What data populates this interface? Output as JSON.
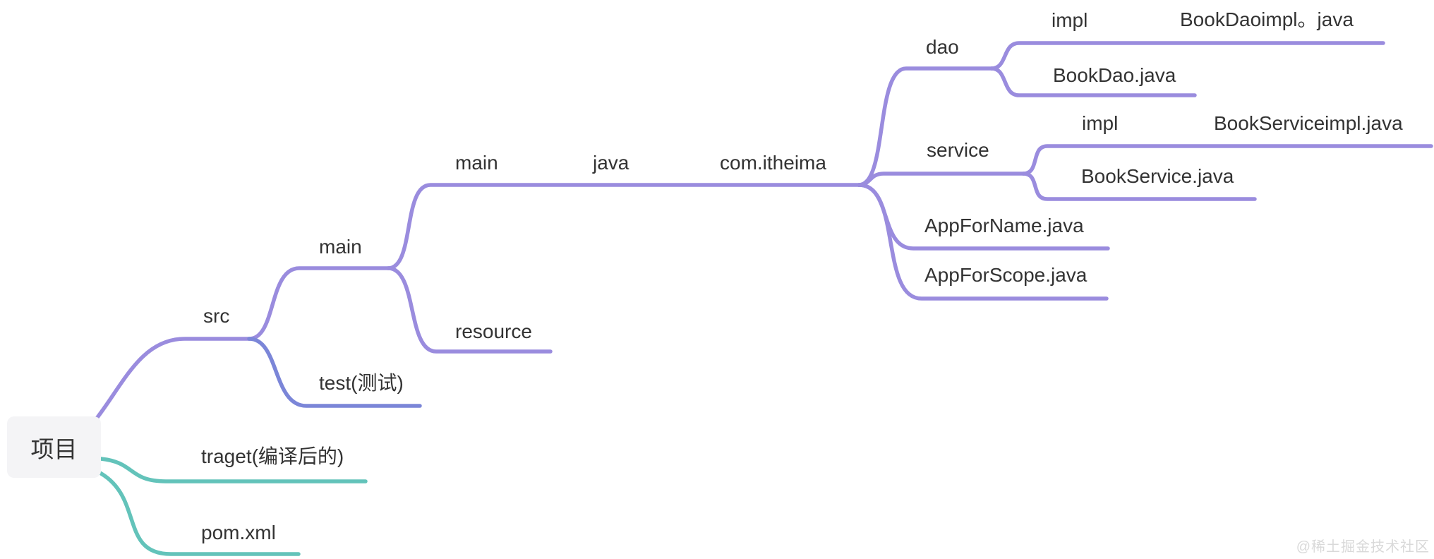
{
  "colors": {
    "purple": "#9a8cde",
    "blue": "#7b86d8",
    "teal": "#63c3ba",
    "text": "#333333",
    "root_bg": "#f4f4f6",
    "watermark": "#d9d9d9"
  },
  "watermark": {
    "label": "@稀土掘金技术社区"
  },
  "tree": {
    "label": "项目",
    "children": [
      {
        "label": "src",
        "children": [
          {
            "label": "main",
            "children": [
              {
                "label": "main",
                "children": [
                  {
                    "label": "java",
                    "children": [
                      {
                        "label": "com.itheima",
                        "children": [
                          {
                            "label": "dao",
                            "children": [
                              {
                                "label": "impl",
                                "children": [
                                  {
                                    "label": "BookDaoimpl。java"
                                  }
                                ]
                              },
                              {
                                "label": "BookDao.java"
                              }
                            ]
                          },
                          {
                            "label": "service",
                            "children": [
                              {
                                "label": "impl",
                                "children": [
                                  {
                                    "label": "BookServiceimpl.java"
                                  }
                                ]
                              },
                              {
                                "label": "BookService.java"
                              }
                            ]
                          },
                          {
                            "label": "AppForName.java"
                          },
                          {
                            "label": "AppForScope.java"
                          }
                        ]
                      }
                    ]
                  }
                ]
              },
              {
                "label": "resource"
              }
            ]
          },
          {
            "label": "test(测试)"
          }
        ]
      },
      {
        "label": "traget(编译后的)"
      },
      {
        "label": "pom.xml"
      }
    ]
  }
}
